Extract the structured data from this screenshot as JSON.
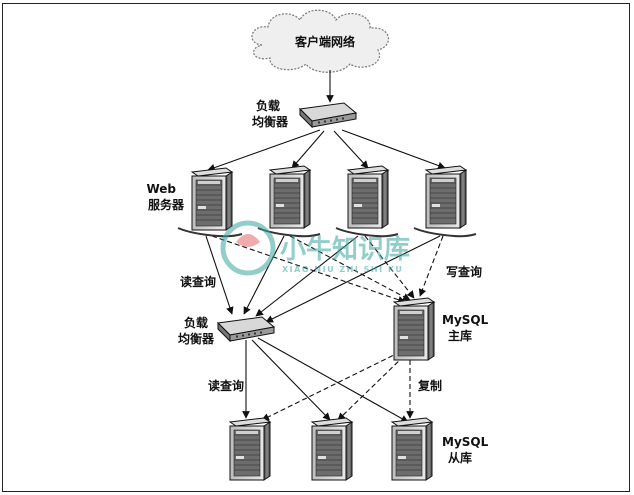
{
  "cloud": {
    "label": "客户端网络"
  },
  "top_lb": {
    "label_line1": "负载",
    "label_line2": "均衡器"
  },
  "web": {
    "label_line1": "Web",
    "label_line2": "服务器"
  },
  "mid_lb": {
    "label_line1": "负载",
    "label_line2": "均衡器"
  },
  "master": {
    "label_line1": "MySQL",
    "label_line2": "主库"
  },
  "slaves": {
    "label_line1": "MySQL",
    "label_line2": "从库"
  },
  "edges": {
    "read_query_upper": "读查询",
    "write_query": "写查询",
    "read_query_lower": "读查询",
    "replication": "复制"
  },
  "watermark": {
    "main": "小牛知识库",
    "sub": "XIAO NIU ZHI SHI KU",
    "color": "#3aa6a0"
  },
  "colors": {
    "line": "#111111",
    "server_dark": "#555555",
    "server_light": "#cfcfcf"
  }
}
